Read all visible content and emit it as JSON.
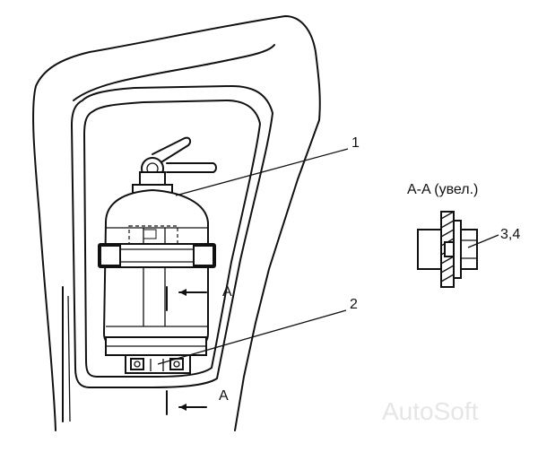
{
  "callouts": {
    "extinguisher": "1",
    "bracket": "2",
    "fasteners": "3,4"
  },
  "section_marks": {
    "upper": "A",
    "lower": "A"
  },
  "detail_title": "A-A (увел.)",
  "watermark": "AutoSoft"
}
